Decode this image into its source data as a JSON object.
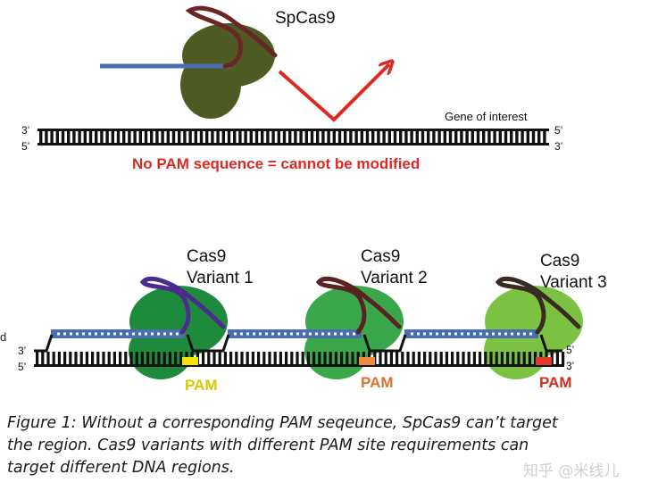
{
  "top_panel": {
    "protein_label": "SpCas9",
    "gene_label": "Gene of interest",
    "strand_top_left": "3’",
    "strand_bottom_left": "5’",
    "strand_top_right": "5’",
    "strand_bottom_right": "3’",
    "warning": "No PAM sequence = cannot be modified"
  },
  "bottom_panel": {
    "strand_top_left": "3’",
    "strand_bottom_left": "5’",
    "strand_top_right": "5’",
    "strand_bottom_right": "3’",
    "variants": [
      {
        "line1": "Cas9",
        "line2": "Variant 1",
        "pam_label": "PAM",
        "body_color": "#1e8a3c",
        "pam_color": "#f2e600",
        "pam_text_color": "#d8c800",
        "loop_color": "#4b2c8e"
      },
      {
        "line1": "Cas9",
        "line2": "Variant 2",
        "pam_label": "PAM",
        "body_color": "#3aa84a",
        "pam_color": "#f08a3a",
        "pam_text_color": "#e0702a",
        "loop_color": "#5a2323"
      },
      {
        "line1": "Cas9",
        "line2": "Variant 3",
        "pam_label": "PAM",
        "body_color": "#7cc242",
        "pam_color": "#e23a2a",
        "pam_text_color": "#d92a1e",
        "loop_color": "#3a2a22"
      }
    ]
  },
  "edge_mark": "d",
  "caption": [
    "Figure 1: Without a corresponding PAM seqeunce, SpCas9 can’t target",
    "the region. Cas9 variants with different PAM site requirements can",
    "target different DNA regions."
  ],
  "watermark": "知乎 @米线儿",
  "colors": {
    "guide_rna": "#4a6fb0",
    "spcas9_body": "#4d5a22",
    "spcas9_loop": "#6a2525",
    "arrow": "#dd2a22",
    "dna": "#111111"
  }
}
